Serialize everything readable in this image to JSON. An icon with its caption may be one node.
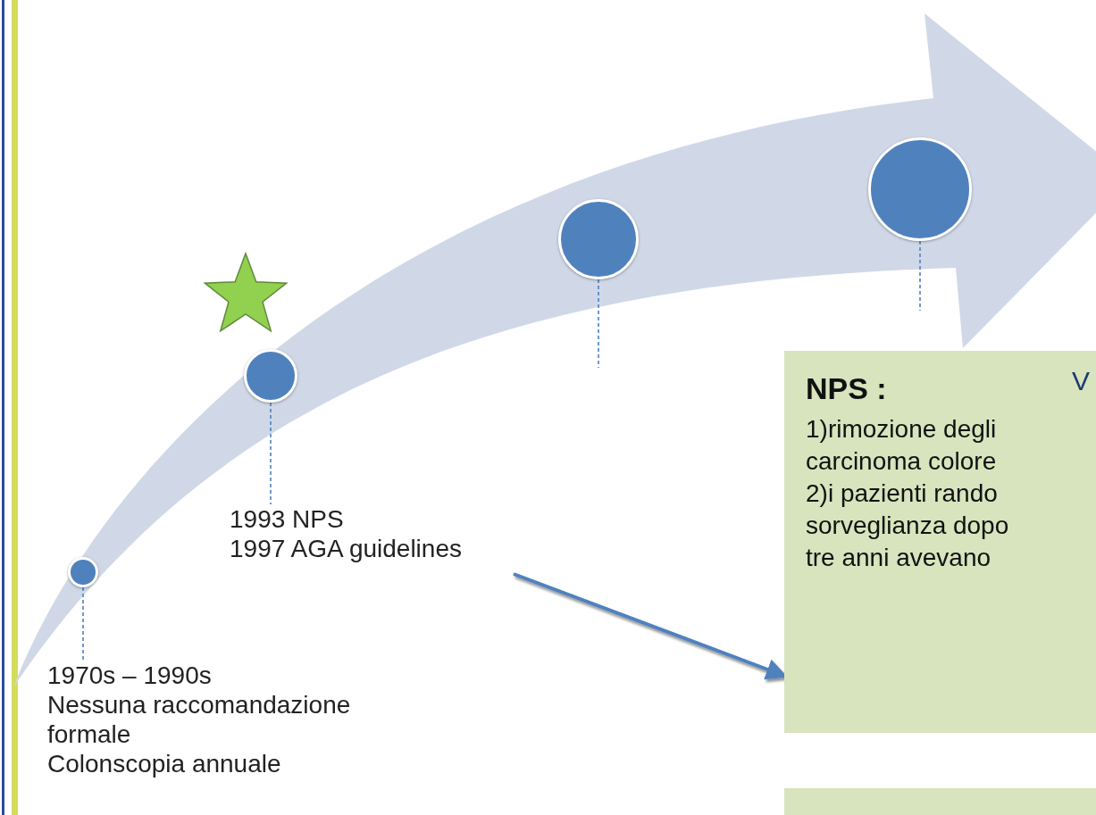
{
  "diagram": {
    "nodes": [
      {
        "text": [],
        "shape": "circle"
      },
      {
        "text": [
          "1970s – 1990s",
          "Nessuna raccomandazione formale",
          "Colonscopia annuale"
        ]
      },
      {
        "text": [],
        "shape": "circle"
      },
      {
        "text": [
          "1993 NPS",
          "1997 AGA guidelines"
        ]
      },
      {
        "text": [],
        "shape": "circle"
      },
      {
        "text": [],
        "shape": "circle"
      },
      {
        "text": [
          "NPS :",
          "1)rimozione degli carcinoma colore",
          "2)i pazienti rando sorveglianza dopo tre anni avevano"
        ]
      },
      {
        "text": [],
        "shape": "box"
      }
    ],
    "edges": [
      {
        "from": 0,
        "to": 1,
        "arrow": "none",
        "style": "dashed"
      },
      {
        "from": 2,
        "to": 3,
        "arrow": "none",
        "style": "dashed"
      },
      {
        "from": 4,
        "to": null,
        "arrow": "none",
        "style": "dashed"
      },
      {
        "from": 5,
        "to": null,
        "arrow": "none",
        "style": "dashed"
      },
      {
        "from": 3,
        "to": 6,
        "arrow": "to",
        "style": "thick"
      }
    ],
    "labels": [
      "V"
    ]
  }
}
